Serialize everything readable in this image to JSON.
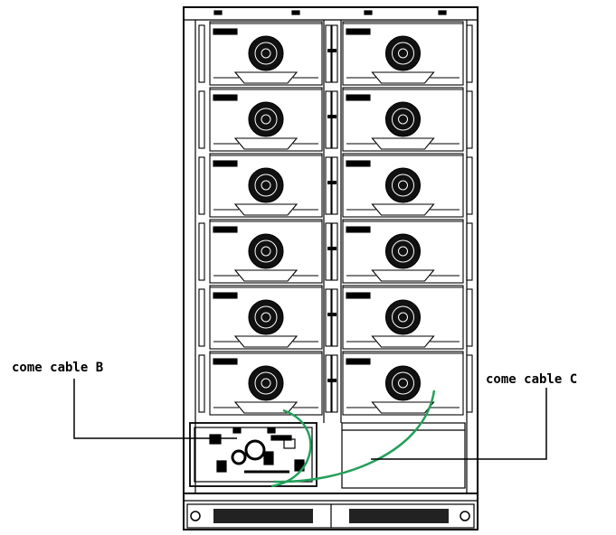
{
  "labels": {
    "cable_b": "come cable B",
    "cable_c": "come cable C"
  },
  "colors": {
    "line": "#000000",
    "cable": "#22a05a",
    "fan": "#111111",
    "background": "#ffffff"
  },
  "cabinet": {
    "module_columns": 2,
    "module_rows": 6,
    "fan_icon": "fan-grille-icon",
    "control_panel": "control-box",
    "feet_vent": "vent-grille"
  }
}
